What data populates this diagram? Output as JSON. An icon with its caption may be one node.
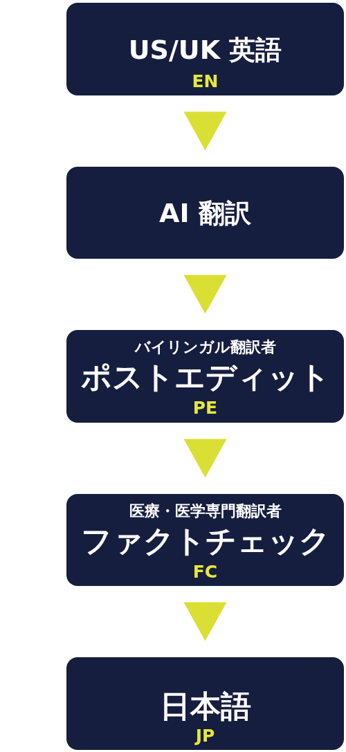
{
  "diagram": {
    "nodes": [
      {
        "text": [
          "US/UK 英語",
          "EN"
        ]
      },
      {
        "text": [
          "AI 翻訳"
        ]
      },
      {
        "text": [
          "バイリンガル翻訳者",
          "ポストエディット",
          "PE"
        ]
      },
      {
        "text": [
          "医療・医学専門翻訳者",
          "ファクトチェック",
          "FC"
        ]
      },
      {
        "text": [
          "日本語",
          "JP"
        ]
      }
    ],
    "edges": [
      {
        "from": 0,
        "to": 1,
        "arrow": "to"
      },
      {
        "from": 1,
        "to": 2,
        "arrow": "to"
      },
      {
        "from": 2,
        "to": 3,
        "arrow": "to"
      },
      {
        "from": 3,
        "to": 4,
        "arrow": "to"
      }
    ]
  }
}
